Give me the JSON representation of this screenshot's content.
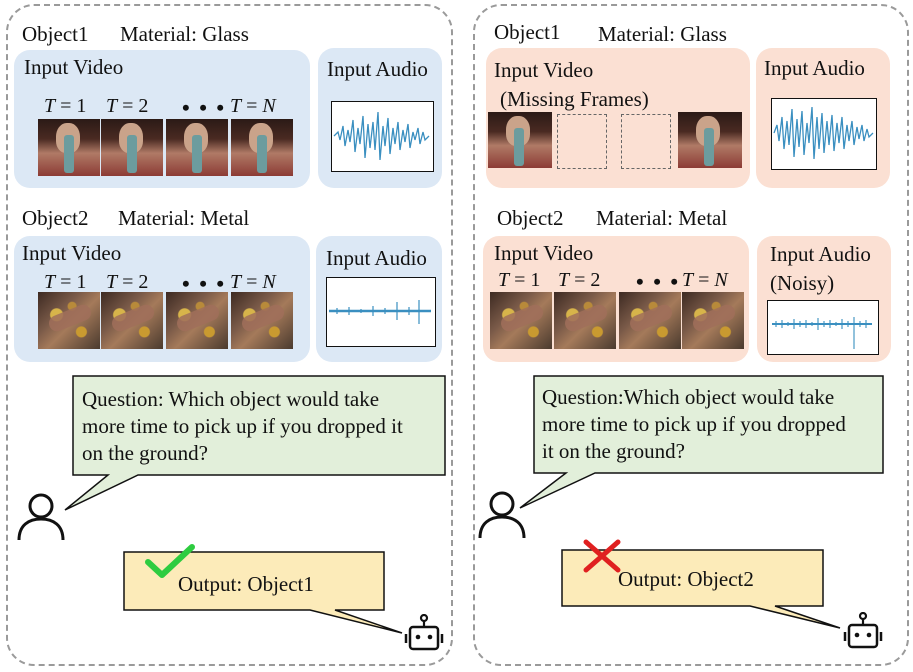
{
  "left": {
    "object1": {
      "name": "Object1",
      "material": "Material: Glass",
      "video_label": "Input Video",
      "audio_label": "Input Audio"
    },
    "object2": {
      "name": "Object2",
      "material": "Material: Metal",
      "video_label": "Input Video",
      "audio_label": "Input Audio"
    },
    "t_labels": {
      "t1": "T",
      "t1_eq": " = 1",
      "t2": "T",
      "t2_eq": " = 2",
      "dots": "• • •",
      "tn": "T",
      "tn_eq": " = ",
      "tn_n": "N"
    },
    "question": [
      "Question: Which object would take",
      "more time to pick up if you dropped it",
      "on the ground?"
    ],
    "output": "Output: Object1",
    "result_icon": "check-icon",
    "result_color": "#2ecc40"
  },
  "right": {
    "object1": {
      "name": "Object1",
      "material": "Material: Glass",
      "video_label": "Input Video",
      "video_sub": "(Missing Frames)",
      "audio_label": "Input Audio"
    },
    "object2": {
      "name": "Object2",
      "material": "Material: Metal",
      "video_label": "Input Video",
      "audio_label": "Input Audio",
      "audio_sub": "(Noisy)"
    },
    "t_labels": {
      "t1": "T",
      "t1_eq": " = 1",
      "t2": "T",
      "t2_eq": " = 2",
      "dots": "• • •",
      "tn": "T",
      "tn_eq": " = ",
      "tn_n": "N"
    },
    "question": [
      "Question:Which object would take",
      "more time to pick up if you dropped",
      "it on the ground?"
    ],
    "output": "Output: Object2",
    "result_icon": "cross-icon",
    "result_color": "#e02020"
  },
  "colors": {
    "blue_box": "#dce8f5",
    "peach_box": "#fbe0d3",
    "question_bubble": "#e2efda",
    "output_bubble": "#fcebb9",
    "waveform": "#3a8fc0",
    "panel_border": "#9a9a9a"
  },
  "icons": {
    "user": "user-icon",
    "robot": "robot-icon"
  }
}
